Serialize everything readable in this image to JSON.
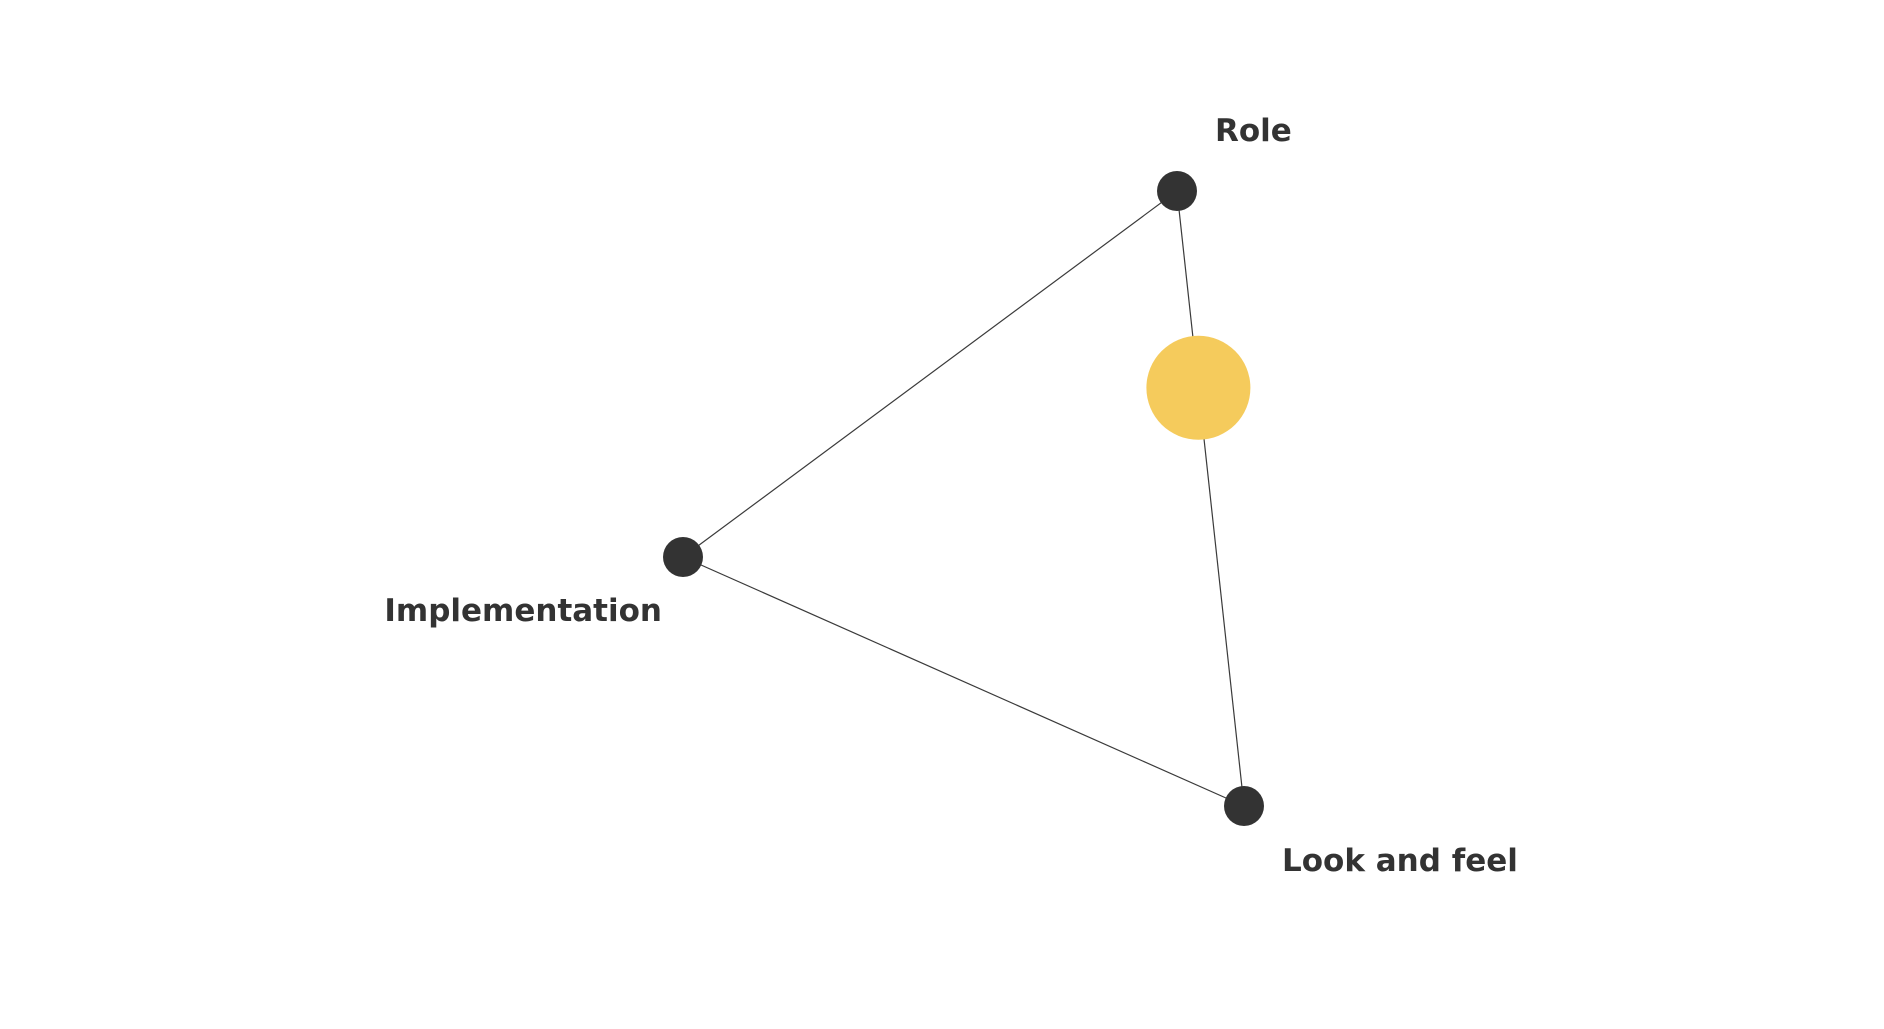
{
  "diagram": {
    "type": "ternary-triangle",
    "vertices": {
      "role": {
        "label": "Role"
      },
      "implementation": {
        "label": "Implementation"
      },
      "look_and_feel": {
        "label": "Look and feel"
      }
    },
    "colors": {
      "vertex": "#333333",
      "edge": "#3a3a3a",
      "marker": "#f5cb5c"
    },
    "marker": {
      "weights": {
        "role": 0.68,
        "implementation": 0.0,
        "look_and_feel": 0.32
      }
    }
  }
}
